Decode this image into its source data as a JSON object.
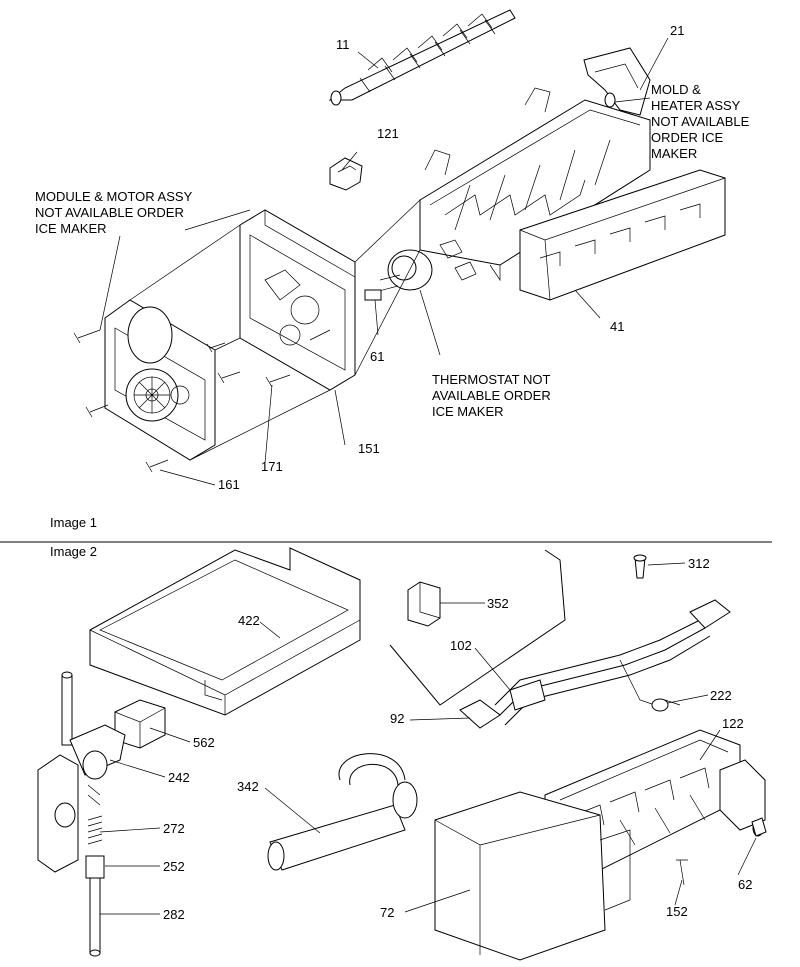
{
  "figure1": {
    "label": "Image 1",
    "parts": {
      "p11": "11",
      "p21": "21",
      "p121": "121",
      "p41": "41",
      "p61": "61",
      "p151": "151",
      "p171": "171",
      "p161": "161"
    },
    "notes": {
      "module_motor": "MODULE & MOTOR ASSY\nNOT AVAILABLE ORDER\nICE MAKER",
      "mold_heater": "MOLD &\nHEATER ASSY\nNOT AVAILABLE\nORDER ICE\nMAKER",
      "thermostat": "THERMOSTAT NOT\nAVAILABLE ORDER\nICE MAKER"
    }
  },
  "figure2": {
    "label": "Image 2",
    "parts": {
      "p312": "312",
      "p352": "352",
      "p422": "422",
      "p102": "102",
      "p222": "222",
      "p92": "92",
      "p122": "122",
      "p562": "562",
      "p242": "242",
      "p342": "342",
      "p272": "272",
      "p252": "252",
      "p72": "72",
      "p152": "152",
      "p62": "62",
      "p282": "282"
    }
  }
}
